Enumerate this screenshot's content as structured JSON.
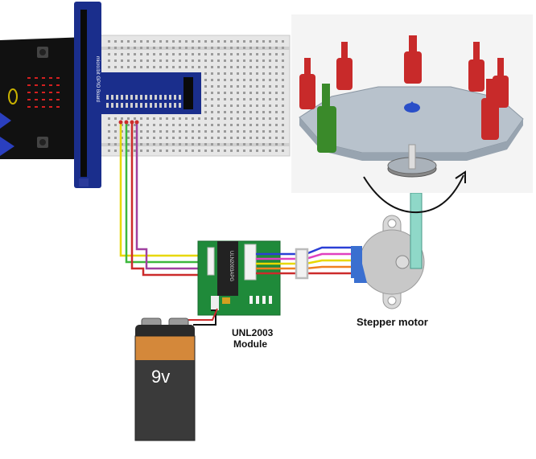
{
  "labels": {
    "gpio_board": "micro:bit GPIO Board",
    "driver_ic": "ULN2003APG",
    "module_line1": "UNL2003",
    "module_line2": "Module",
    "motor": "Stepper motor",
    "battery": "9v"
  },
  "colors": {
    "microbit": "#111111",
    "gpio_board": "#1a2e8c",
    "breadboard": "#e6e6e6",
    "pcb": "#1f8a3a",
    "chip": "#222222",
    "wire_yellow": "#e8d800",
    "wire_green": "#3db83d",
    "wire_red": "#cc2b2b",
    "wire_purple": "#a040a0",
    "wire_blue": "#2b3fd6",
    "wire_orange": "#f08020",
    "wire_pink": "#e040c0",
    "battery_top": "#d4883a",
    "battery_body": "#3a3a3a",
    "bottle_red": "#c82a2a",
    "bottle_green": "#3a8a2a",
    "turntable": "#b8c2cc",
    "motor_body": "#c8c8c8",
    "motor_cap": "#3a6fd0"
  },
  "icons": {
    "rotation": "curved-arrow-icon"
  }
}
